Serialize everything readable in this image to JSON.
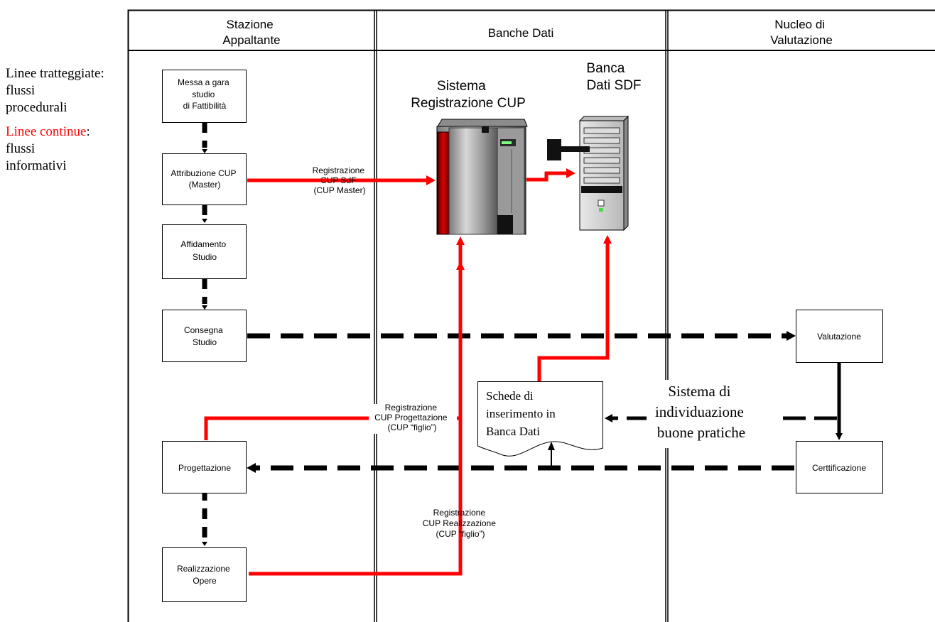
{
  "legend": {
    "dashed_title": "Linee tratteggiate:",
    "dashed_sub1": "flussi",
    "dashed_sub2": "procedurali",
    "solid_title_red": "Linee continue",
    "solid_title_colon": ":",
    "solid_sub1": "flussi",
    "solid_sub2": "informativi"
  },
  "lanes": {
    "stazione": [
      "Stazione",
      "Appaltante"
    ],
    "banche": [
      "Banche Dati"
    ],
    "nucleo": [
      "Nucleo di",
      "Valutazione"
    ]
  },
  "boxes": {
    "messa": [
      "Messa a gara",
      "studio",
      "di Fattibilità"
    ],
    "attribuzione": [
      "Attribuzione CUP",
      "(Master)"
    ],
    "affidamento": [
      "Affidamento",
      "Studio"
    ],
    "consegna": [
      "Consegna",
      "Studio"
    ],
    "progettazione": [
      "Progettazione"
    ],
    "realizzazione": [
      "Realizzazione",
      "Opere"
    ],
    "valutazione": [
      "Valutazione"
    ],
    "certificazione": [
      "Certtificazione"
    ]
  },
  "systems": {
    "cup": [
      "Sistema",
      "Registrazione CUP"
    ],
    "sdf": [
      "Banca",
      "Dati SDF"
    ]
  },
  "flows": {
    "reg_sdf": [
      "Registrazione",
      "CUP SdF",
      "(CUP Master)"
    ],
    "reg_prog": [
      "Registrazione",
      "CUP Progettazione",
      "(CUP “figlio”)"
    ],
    "reg_real": [
      "Registrazione",
      "CUP Realizzazione",
      "(CUP “figlio”)"
    ]
  },
  "document": [
    "Schede di",
    "inserimento in",
    "Banca Dati"
  ],
  "buone_pratiche": [
    "Sistema di",
    "individuazione",
    "buone pratiche"
  ],
  "colors": {
    "information_flow": "#ff0000",
    "procedural_flow": "#000000"
  }
}
